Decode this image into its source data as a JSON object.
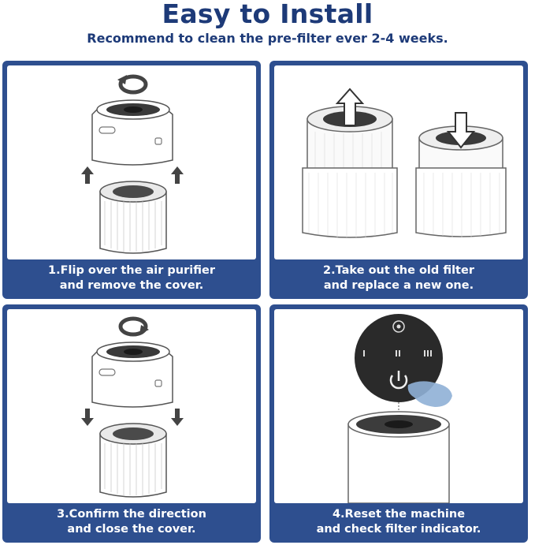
{
  "header": {
    "title": "Easy to Install",
    "subtitle": "Recommend to clean the pre-filter ever 2-4 weeks."
  },
  "steps": [
    {
      "line1": "1.Flip over the air purifier",
      "line2": "and remove the cover."
    },
    {
      "line1": "2.Take out the old filter",
      "line2": "and replace a new one."
    },
    {
      "line1": "3.Confirm the direction",
      "line2": "and close the cover."
    },
    {
      "line1": "4.Reset the machine",
      "line2": "and check filter indicator."
    }
  ],
  "colors": {
    "title": "#1d3a78",
    "panel_frame": "#2e4f8f",
    "caption_text": "#ffffff"
  },
  "icons": [
    "rotate-arrow-icon",
    "arrow-up-icon",
    "arrow-down-icon",
    "power-icon"
  ]
}
